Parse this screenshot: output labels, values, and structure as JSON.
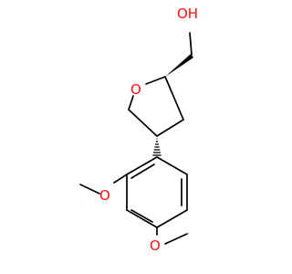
{
  "colors": {
    "background": "#ffffff",
    "bond": "#000000",
    "oxygen": "#ff0d0d"
  },
  "atoms": {
    "hydroxyl": "OH",
    "ring_oxygen": "O",
    "methoxy_upper_oxygen": "O",
    "methoxy_lower_oxygen": "O"
  }
}
